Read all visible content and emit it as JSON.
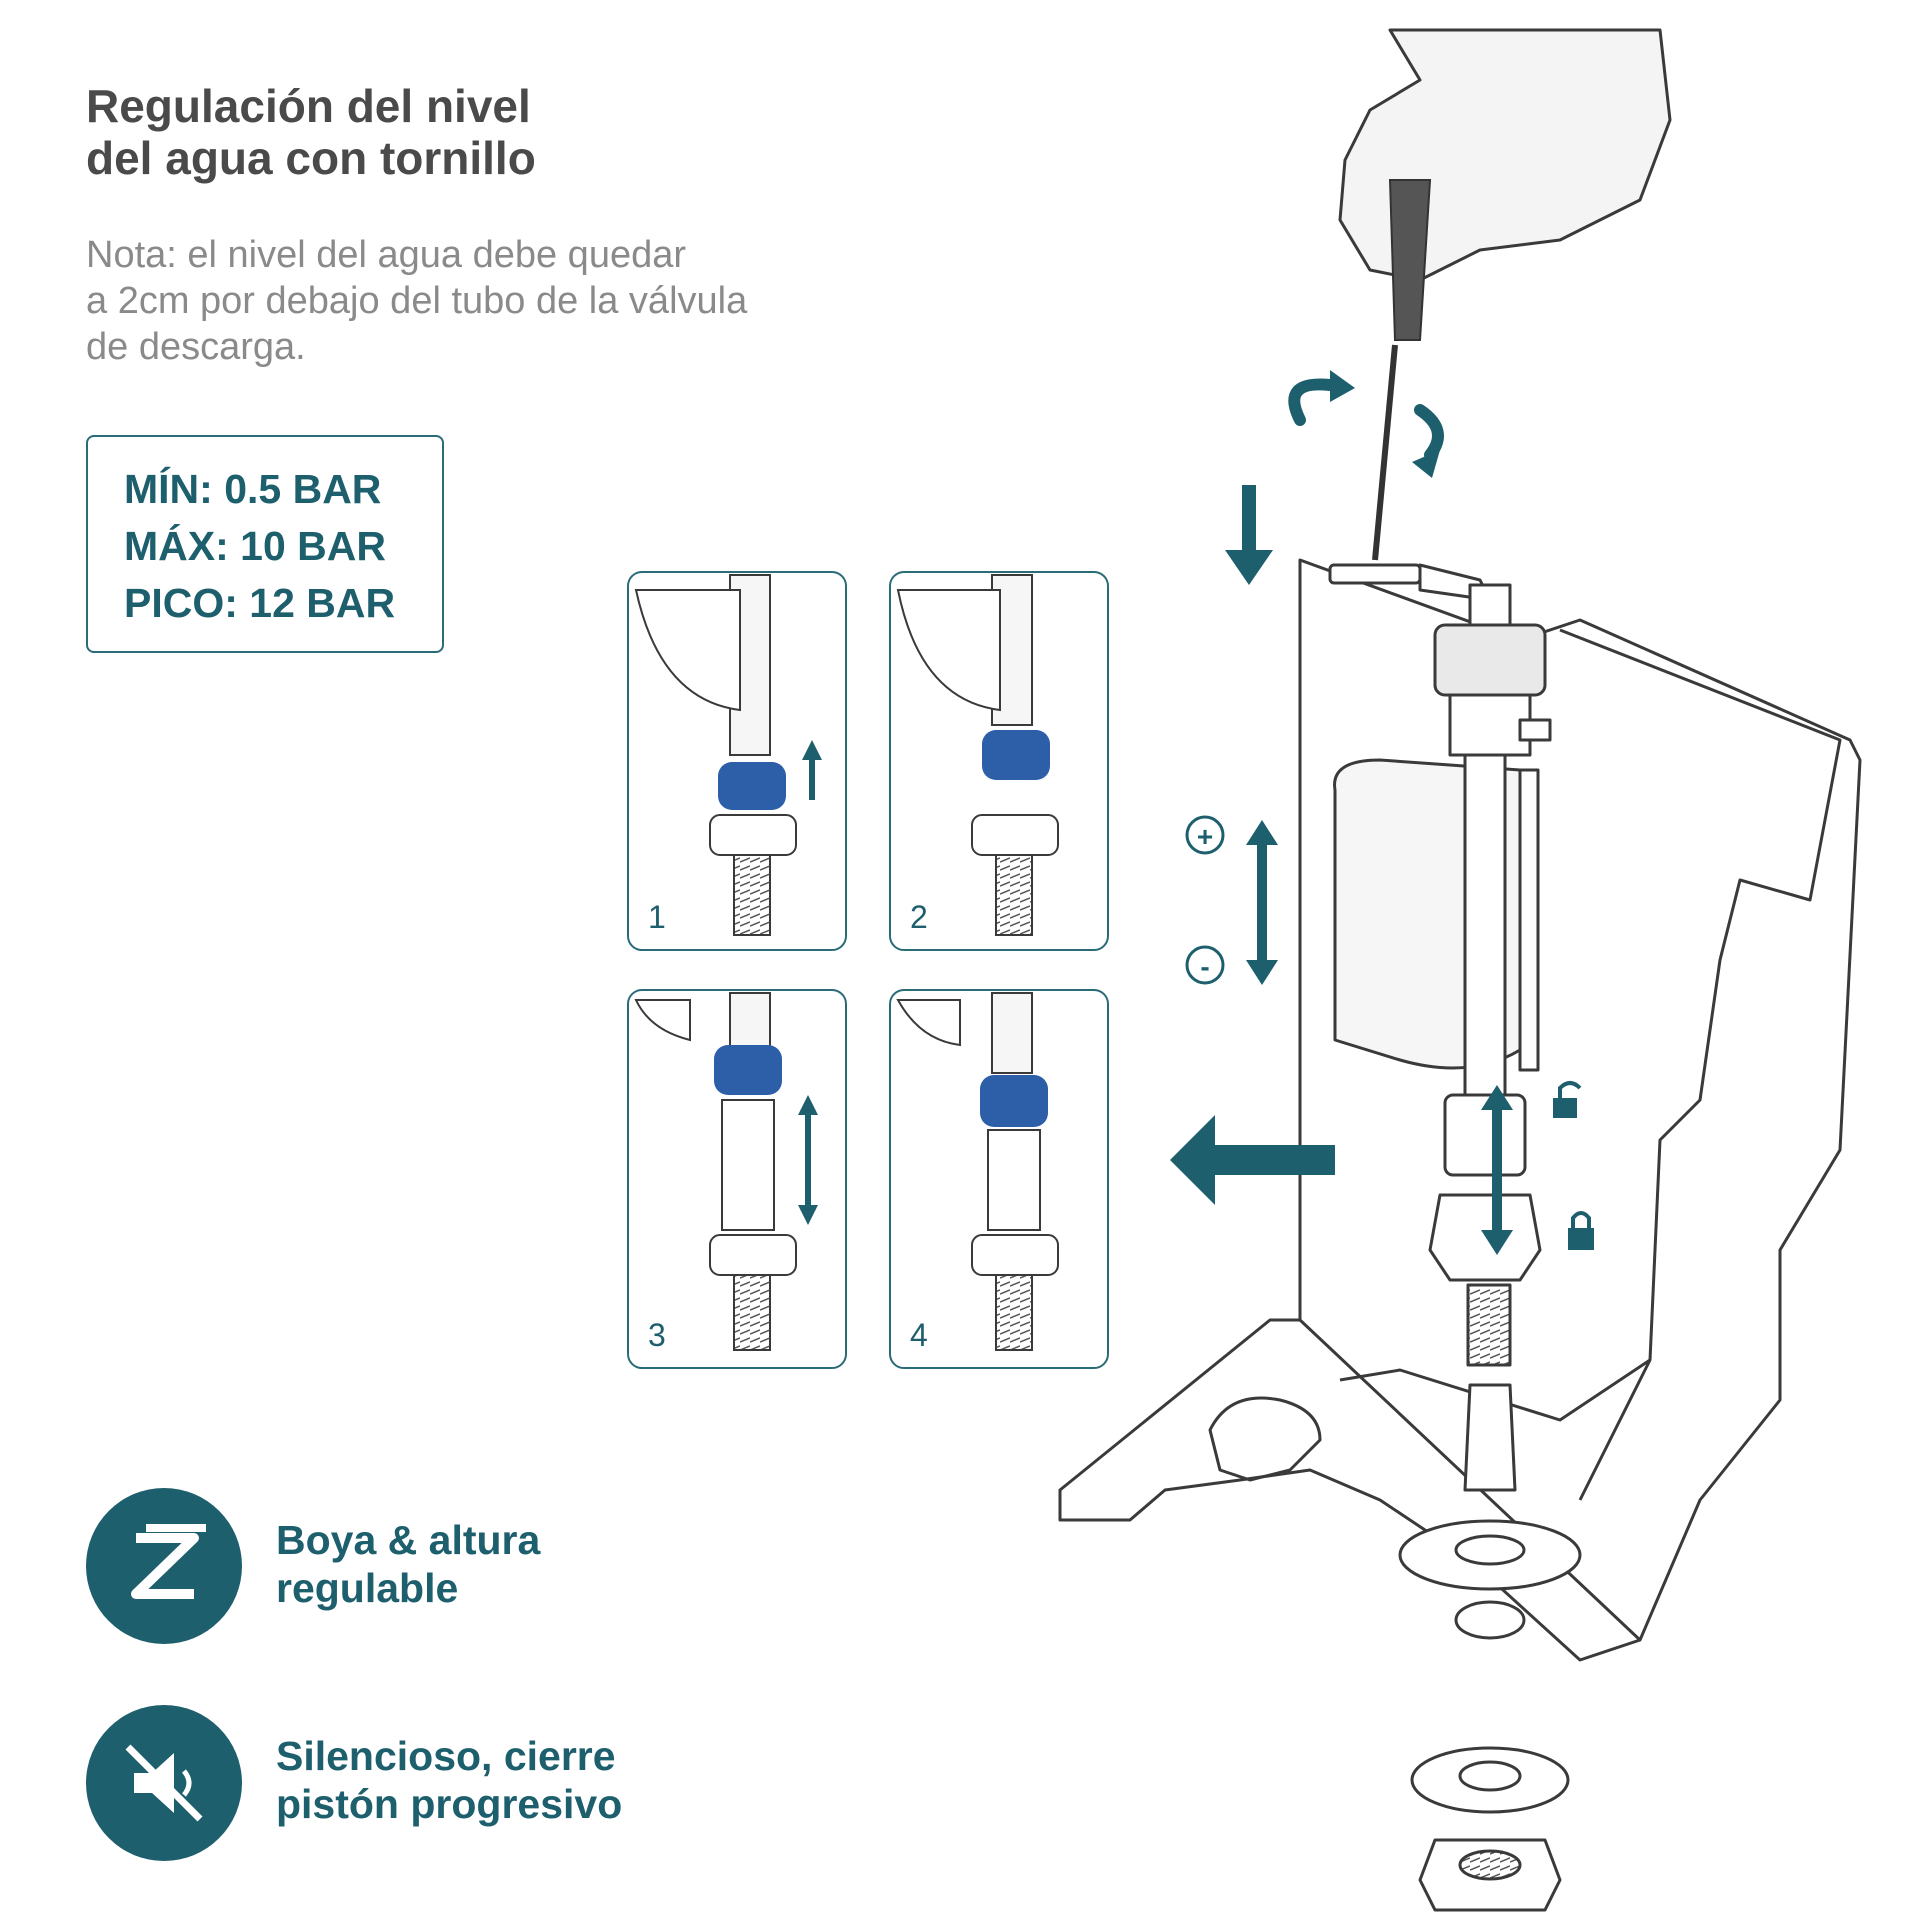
{
  "title": "Regulación del nivel\ndel agua con tornillo",
  "note": "Nota: el nivel del agua debe quedar\na 2cm por debajo del tubo de la válvula\nde descarga.",
  "specs": [
    "MÍN: 0.5 BAR",
    "MÁX: 10 BAR",
    "PICO: 12 BAR"
  ],
  "steps": [
    "1",
    "2",
    "3",
    "4"
  ],
  "level_adjust": {
    "plus": "+",
    "minus": "-"
  },
  "features": [
    {
      "icon": "adjustable-height-icon",
      "text": "Boya & altura\nregulable"
    },
    {
      "icon": "silent-speaker-icon",
      "text": "Silencioso, cierre\npistón progresivo"
    }
  ],
  "colors": {
    "accent": "#1e5f6e",
    "blue_ring": "#2c5fa8",
    "line": "#3a3a3a",
    "text_gray": "#8a8a8a"
  }
}
